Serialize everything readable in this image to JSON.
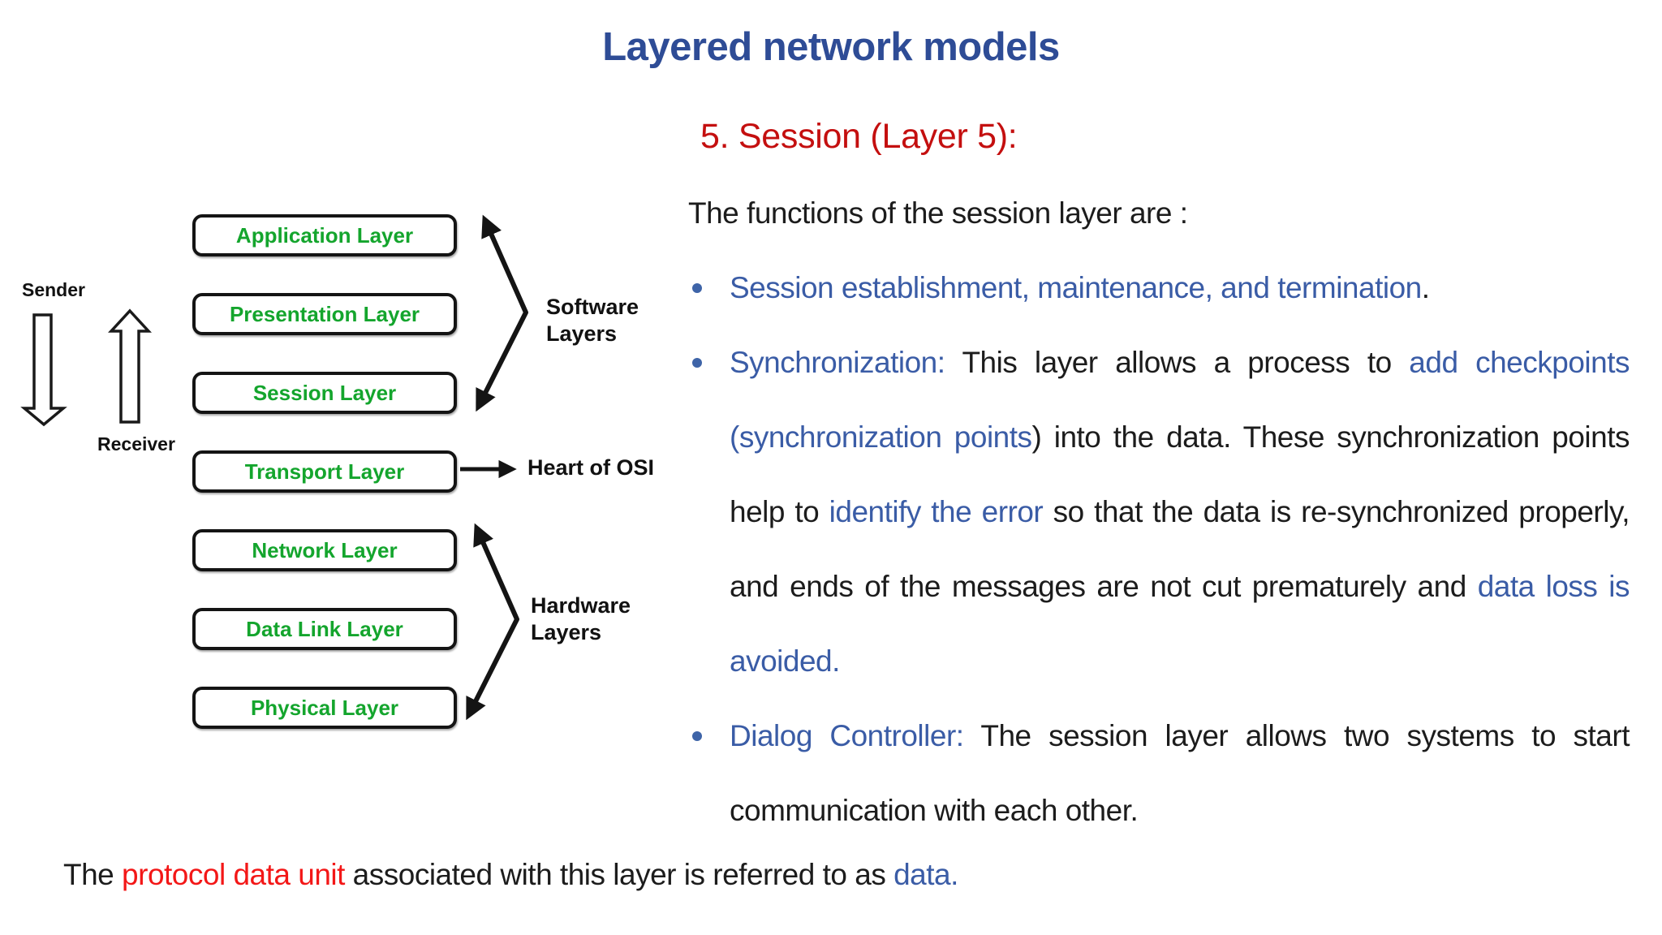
{
  "slide": {
    "title": "Layered network models",
    "heading": "5. Session (Layer 5):"
  },
  "diagram": {
    "sender_label": "Sender",
    "receiver_label": "Receiver",
    "layers": [
      "Application Layer",
      "Presentation Layer",
      "Session Layer",
      "Transport Layer",
      "Network Layer",
      "Data Link Layer",
      "Physical Layer"
    ],
    "software_layers_label": "Software Layers",
    "heart_of_osi_label": "Heart of OSI",
    "hardware_layers_label": "Hardware Layers"
  },
  "content": {
    "intro": "The functions of the session layer are :",
    "bullets": [
      {
        "segments": [
          {
            "t": "Session establishment, maintenance, and termination",
            "c": "blue"
          },
          {
            "t": ".",
            "c": "black"
          }
        ]
      },
      {
        "segments": [
          {
            "t": "Synchronization: ",
            "c": "blue"
          },
          {
            "t": "This layer allows a process to ",
            "c": "black"
          },
          {
            "t": "add checkpoints (synchronization points",
            "c": "blue"
          },
          {
            "t": ") into the data. These synchronization points help to ",
            "c": "black"
          },
          {
            "t": "identify the error",
            "c": "blue"
          },
          {
            "t": " so that the data is re-synchronized properly, and ends of the messages are not cut prematurely and ",
            "c": "black"
          },
          {
            "t": "data loss is avoided.",
            "c": "blue"
          }
        ]
      },
      {
        "segments": [
          {
            "t": "Dialog Controller: ",
            "c": "blue"
          },
          {
            "t": "The session layer allows two systems to start communication with each other.",
            "c": "black"
          }
        ]
      }
    ],
    "footer_segments": [
      {
        "t": "The ",
        "c": "black"
      },
      {
        "t": "protocol data unit",
        "c": "red"
      },
      {
        "t": " associated with this layer is referred to as ",
        "c": "black"
      },
      {
        "t": "data.",
        "c": "blue"
      }
    ]
  },
  "colors": {
    "title_blue": "#2e4c96",
    "heading_red": "#c40f0f",
    "body_blue": "#3a5ca6",
    "footer_red": "#f31717",
    "layer_green": "#14a52d",
    "bullet_dot_blue": "#3e64a8",
    "text_black": "#1c1c1c",
    "box_border": "#141414"
  }
}
